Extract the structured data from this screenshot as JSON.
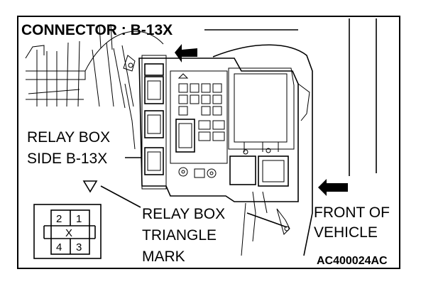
{
  "header": {
    "connector_label": "CONNECTOR : B-13X"
  },
  "labels": {
    "relay_box_side": [
      "RELAY BOX",
      "SIDE B-13X"
    ],
    "relay_box_triangle": [
      "RELAY BOX",
      "TRIANGLE",
      "MARK"
    ],
    "front_of_vehicle": [
      "FRONT OF",
      "VEHICLE"
    ]
  },
  "connector_pins": {
    "top_left": "2",
    "top_right": "1",
    "center": "X",
    "bottom_left": "4",
    "bottom_right": "3"
  },
  "figure_code": "AC400024AC"
}
